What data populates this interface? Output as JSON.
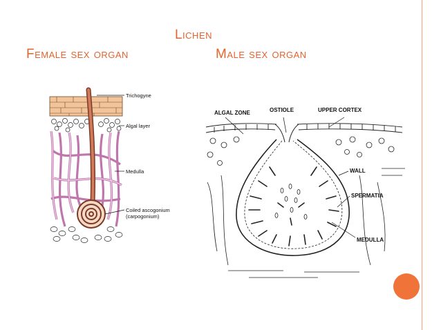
{
  "slide": {
    "title": "Lichen",
    "female_heading": "Female sex organ",
    "male_heading": "Male sex organ",
    "accent_color": "#e3632d",
    "dot_color": "#f0743a"
  },
  "female_diagram": {
    "labels": {
      "trichogyne": "Trichogyne",
      "algal_layer": "Algal layer",
      "medulla": "Medulla",
      "coiled_1": "Coiled ascogonium",
      "coiled_2": "(carpogonium)"
    }
  },
  "male_diagram": {
    "labels": {
      "algal_zone": "ALGAL ZONE",
      "ostiole": "OSTIOLE",
      "upper_cortex": "UPPER CORTEX",
      "wall": "WALL",
      "spermatia": "SPERMATIA",
      "medulla": "MEDULLA"
    }
  }
}
